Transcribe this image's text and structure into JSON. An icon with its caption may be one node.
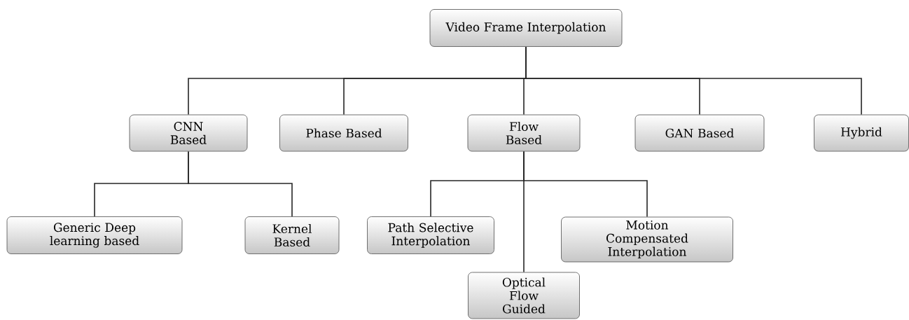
{
  "diagram": {
    "nodes": [
      {
        "text": [
          "Video Frame Interpolation"
        ]
      },
      {
        "text": [
          "CNN Based"
        ]
      },
      {
        "text": [
          "Phase Based"
        ]
      },
      {
        "text": [
          "Flow Based"
        ]
      },
      {
        "text": [
          "GAN Based"
        ]
      },
      {
        "text": [
          "Hybrid"
        ]
      },
      {
        "text": [
          "Generic Deep learning based"
        ]
      },
      {
        "text": [
          "Kernel Based"
        ]
      },
      {
        "text": [
          "Path Selective Interpolation"
        ]
      },
      {
        "text": [
          "Motion Compensated Interpolation"
        ]
      },
      {
        "text": [
          "Optical Flow Guided"
        ]
      }
    ],
    "edges": [
      {
        "from": 0,
        "to": 1,
        "arrow": "none"
      },
      {
        "from": 0,
        "to": 2,
        "arrow": "none"
      },
      {
        "from": 0,
        "to": 3,
        "arrow": "none"
      },
      {
        "from": 0,
        "to": 4,
        "arrow": "none"
      },
      {
        "from": 0,
        "to": 5,
        "arrow": "none"
      },
      {
        "from": 1,
        "to": 6,
        "arrow": "none"
      },
      {
        "from": 1,
        "to": 7,
        "arrow": "none"
      },
      {
        "from": 3,
        "to": 8,
        "arrow": "none"
      },
      {
        "from": 3,
        "to": 9,
        "arrow": "none"
      },
      {
        "from": 3,
        "to": 10,
        "arrow": "none"
      }
    ]
  }
}
